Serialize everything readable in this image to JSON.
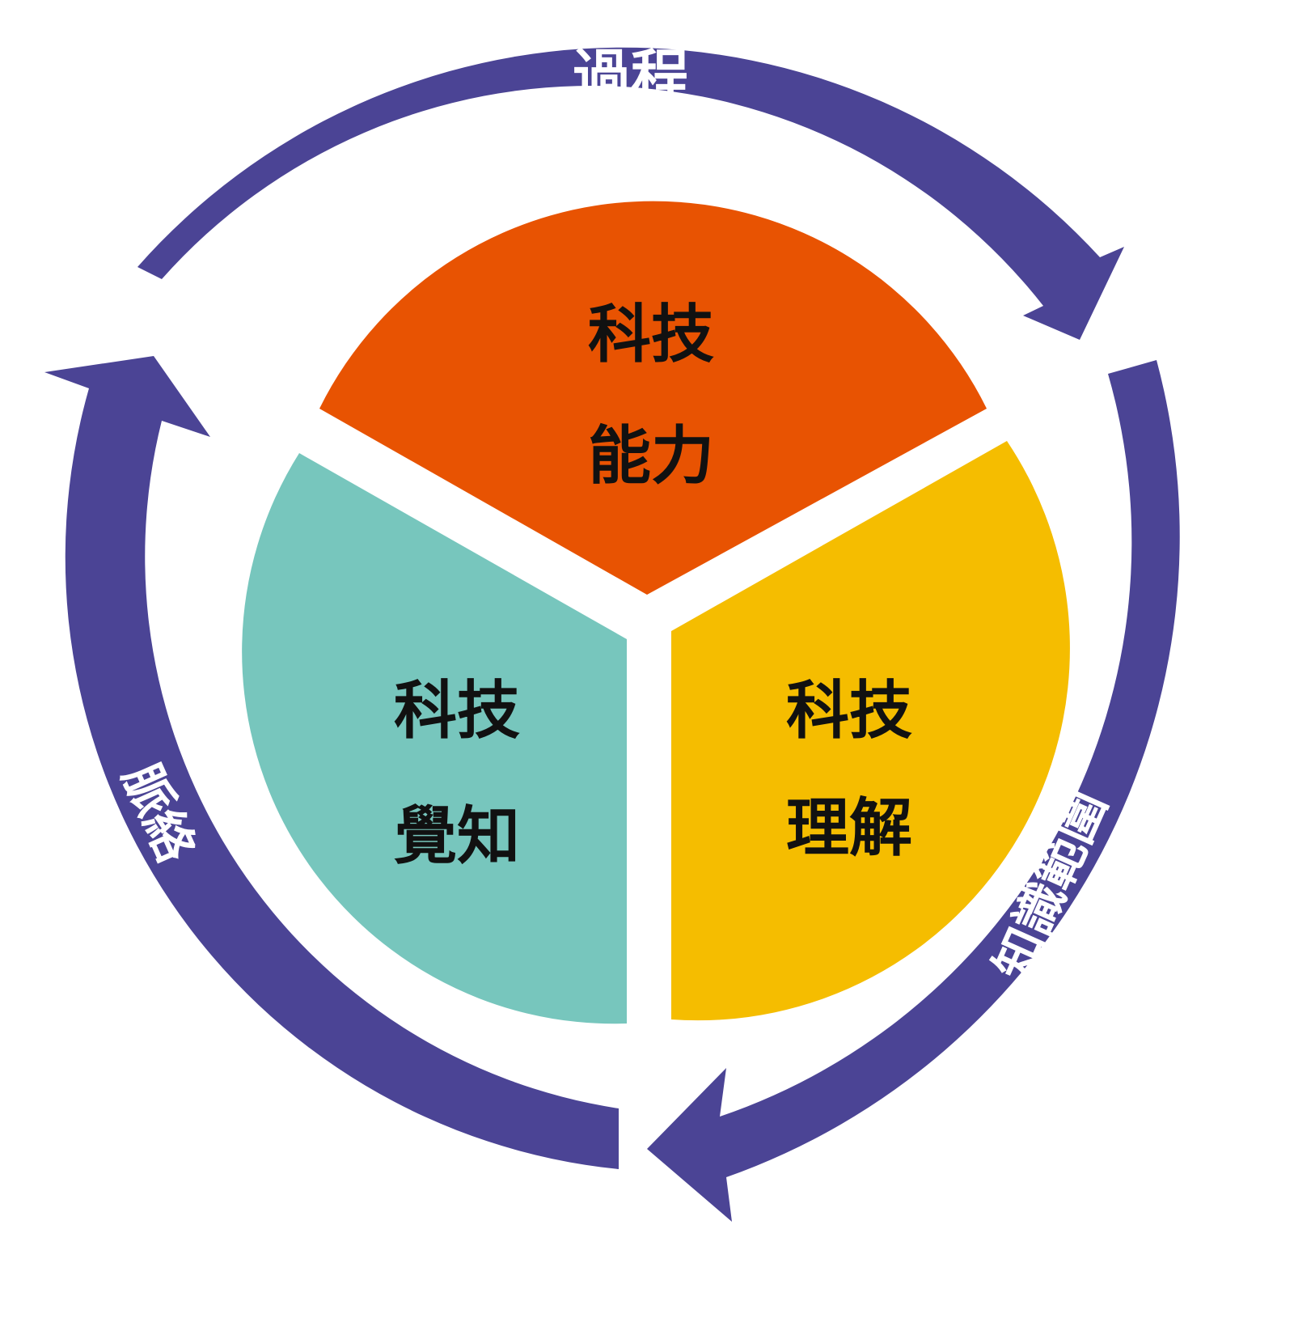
{
  "cycle": {
    "arrow_color": "#4b4495",
    "labels": {
      "top": "過程",
      "right": "知識範圍",
      "left": "脈絡"
    }
  },
  "sectors": [
    {
      "id": "ability",
      "line1": "科技",
      "line2": "能力",
      "color": "#e85302"
    },
    {
      "id": "understanding",
      "line1": "科技",
      "line2": "理解",
      "color": "#f5bd00"
    },
    {
      "id": "awareness",
      "line1": "科技",
      "line2": "覺知",
      "color": "#77c6bd"
    }
  ]
}
